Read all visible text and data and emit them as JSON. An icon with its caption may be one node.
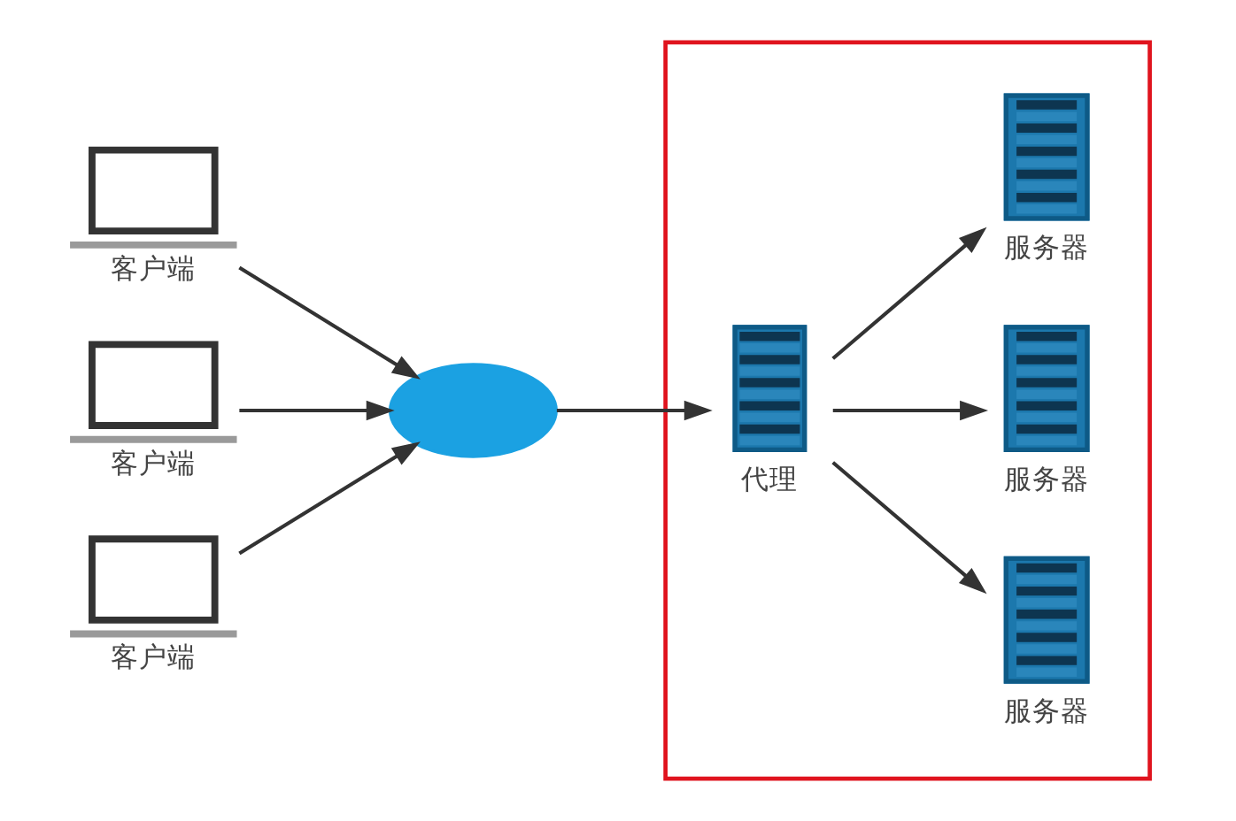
{
  "diagram": {
    "nodes": [
      {
        "text": [
          "客户端"
        ]
      },
      {
        "text": [
          "客户端"
        ]
      },
      {
        "text": [
          "客户端"
        ]
      },
      {
        "text": [],
        "shape": "cloud"
      },
      {
        "text": [],
        "shape": "box"
      },
      {
        "text": [
          "代理"
        ],
        "in": 4
      },
      {
        "text": [
          "服务器"
        ],
        "in": 4
      },
      {
        "text": [
          "服务器"
        ],
        "in": 4
      },
      {
        "text": [
          "服务器"
        ],
        "in": 4
      }
    ],
    "edges": [
      {
        "from": 0,
        "to": 3,
        "arrow": "to"
      },
      {
        "from": 1,
        "to": 3,
        "arrow": "to"
      },
      {
        "from": 2,
        "to": 3,
        "arrow": "to"
      },
      {
        "from": 3,
        "to": 5,
        "arrow": "to"
      },
      {
        "from": 5,
        "to": 6,
        "arrow": "to"
      },
      {
        "from": 5,
        "to": 7,
        "arrow": "to"
      },
      {
        "from": 5,
        "to": 8,
        "arrow": "to"
      }
    ]
  }
}
